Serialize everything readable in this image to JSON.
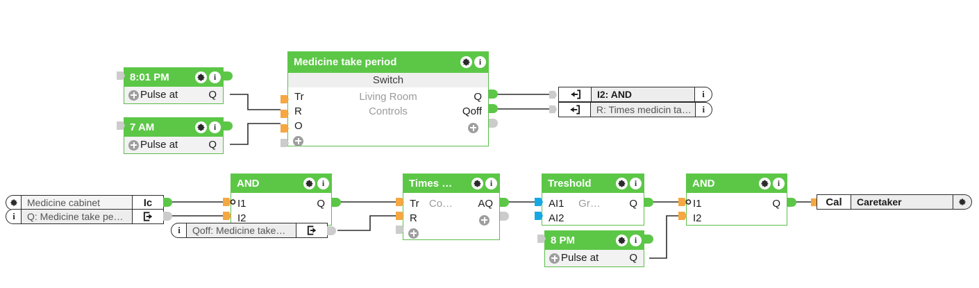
{
  "editor": {
    "name": "logic-flow-editor",
    "accent_green": "#5cc747",
    "accent_orange": "#f5a742",
    "accent_blue": "#16a8e0",
    "wire_color": "#2b2b2b",
    "gray": "#cccccc"
  },
  "nodes": {
    "pulse_801pm": {
      "title": "8:01 PM",
      "row_label": "Pulse at",
      "out_label": "Q"
    },
    "pulse_7am": {
      "title": "7 AM",
      "row_label": "Pulse at",
      "out_label": "Q"
    },
    "medicine_take_period": {
      "title": "Medicine take period",
      "subtitle": "Switch",
      "mid_line1": "Living Room",
      "mid_line2": "Controls",
      "in1": "Tr",
      "in2": "R",
      "in3": "O",
      "out1": "Q",
      "out2": "Qoff"
    },
    "link_i2_and": {
      "label": "I2: AND",
      "icon": "import-icon",
      "info": "i"
    },
    "link_r_times": {
      "label": "R: Times medicin ta…",
      "icon": "import-icon",
      "info": "i"
    },
    "medicine_cabinet": {
      "label": "Medicine cabinet",
      "badge": "Ic",
      "icon": "gear-icon"
    },
    "q_medicine_take": {
      "label": "Q: Medicine take pe…",
      "badge": "export-icon",
      "icon": "info-icon"
    },
    "and_left": {
      "title": "AND",
      "in1": "I1",
      "in2": "I2",
      "out1": "Q"
    },
    "qoff_medicine_take": {
      "label": "Qoff: Medicine take…",
      "badge": "export-icon",
      "icon": "info-icon"
    },
    "times": {
      "title": "Times …",
      "in1": "Tr",
      "in2": "R",
      "mid": "Co…",
      "out1": "AQ"
    },
    "treshold": {
      "title": "Treshold",
      "in1": "AI1",
      "in2": "AI2",
      "mid": "Gr…",
      "out1": "Q"
    },
    "pulse_8pm": {
      "title": "8 PM",
      "row_label": "Pulse at",
      "out_label": "Q"
    },
    "and_right": {
      "title": "AND",
      "in1": "I1",
      "in2": "I2",
      "out1": "Q"
    },
    "caretaker": {
      "badge": "Cal",
      "label": "Caretaker",
      "icon": "gear-icon"
    }
  }
}
